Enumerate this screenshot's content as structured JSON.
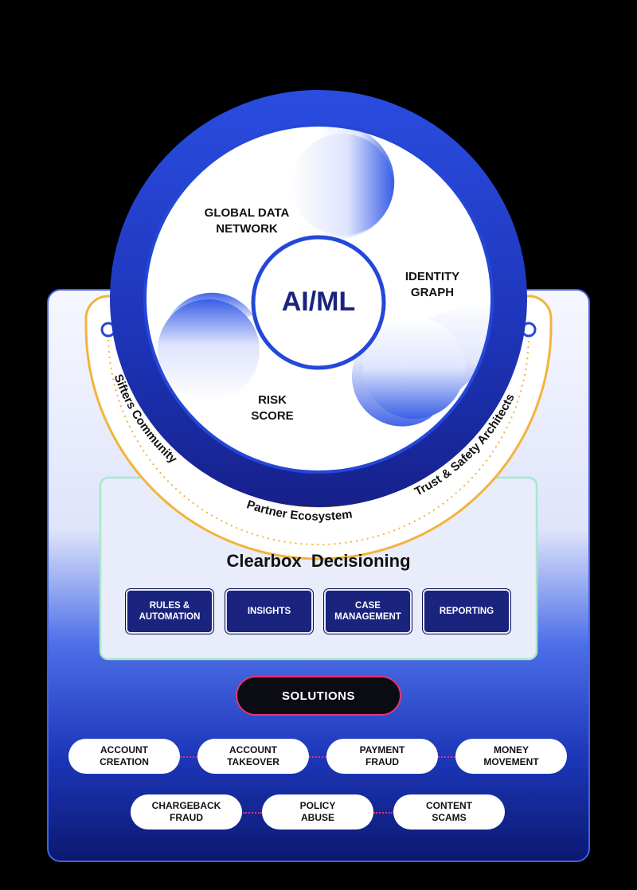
{
  "core": {
    "center": "AI/ML",
    "segments": {
      "global_data_network": "GLOBAL DATA\nNETWORK",
      "identity_graph": "IDENTITY\nGRAPH",
      "risk_score": "RISK\nSCORE"
    }
  },
  "arc": {
    "left": "Sifters Community",
    "bottom": "Partner Ecosystem",
    "right": "Trust & Safety Architects"
  },
  "decisioning": {
    "title": "Clearbox  Decisioning",
    "features": [
      "RULES &\nAUTOMATION",
      "INSIGHTS",
      "CASE\nMANAGEMENT",
      "REPORTING"
    ]
  },
  "solutions": {
    "label": "SOLUTIONS",
    "row1": [
      "ACCOUNT\nCREATION",
      "ACCOUNT\nTAKEOVER",
      "PAYMENT\nFRAUD",
      "MONEY\nMOVEMENT"
    ],
    "row2": [
      "CHARGEBACK\nFRAUD",
      "POLICY\nABUSE",
      "CONTENT\nSCAMS"
    ]
  },
  "colors": {
    "ring": "#2447d8",
    "ring_dark": "#1a1f8c",
    "accent_gold": "#f2b43a",
    "accent_pink": "#e8327a",
    "feature_bg": "#1a237e",
    "panel_bottom": "#0d1a6a"
  }
}
